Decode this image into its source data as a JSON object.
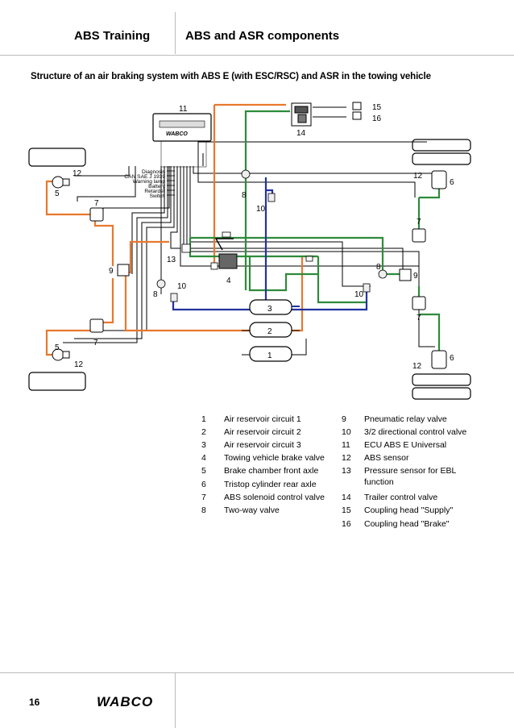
{
  "header": {
    "left_title": "ABS Training",
    "right_title": "ABS and ASR components"
  },
  "subtitle": "Structure of an air braking system with ABS E (with ESC/RSC) and ASR in the towing vehicle",
  "diagram": {
    "ecu_brand": "WABCO",
    "signals": [
      "Diagnosis",
      "CAN SAE J 1939",
      "Warning lamp",
      "Battery",
      "Retarder",
      "Switch"
    ],
    "callouts": [
      "11",
      "15",
      "16",
      "14",
      "12",
      "5",
      "7",
      "12",
      "6",
      "8",
      "10",
      "7",
      "13",
      "9",
      "8",
      "9",
      "4",
      "8",
      "10",
      "10",
      "7",
      "3",
      "2",
      "7",
      "5",
      "1",
      "12",
      "12",
      "6"
    ],
    "line_colors": {
      "orange": "#e8782e",
      "green": "#2e8b3a",
      "blue": "#2233a0",
      "black": "#000000"
    }
  },
  "legend": {
    "left": [
      {
        "num": "1",
        "text": "Air reservoir circuit 1"
      },
      {
        "num": "2",
        "text": "Air reservoir circuit 2"
      },
      {
        "num": "3",
        "text": "Air reservoir circuit 3"
      },
      {
        "num": "4",
        "text": "Towing vehicle brake valve"
      },
      {
        "num": "5",
        "text": "Brake chamber front axle"
      },
      {
        "num": "6",
        "text": "Tristop cylinder rear axle"
      },
      {
        "num": "7",
        "text": "ABS solenoid control valve"
      },
      {
        "num": "8",
        "text": "Two-way valve"
      }
    ],
    "right": [
      {
        "num": "9",
        "text": "Pneumatic relay valve"
      },
      {
        "num": "10",
        "text": "3/2 directional control valve"
      },
      {
        "num": "11",
        "text": "ECU ABS E Universal"
      },
      {
        "num": "12",
        "text": "ABS sensor"
      },
      {
        "num": "13",
        "text": "Pressure sensor for EBL",
        "text2": "function"
      },
      {
        "num": "14",
        "text": "Trailer control valve"
      },
      {
        "num": "15",
        "text": "Coupling head \"Supply\""
      },
      {
        "num": "16",
        "text": "Coupling head \"Brake\""
      }
    ]
  },
  "footer": {
    "page_number": "16",
    "brand": "WABCO"
  }
}
